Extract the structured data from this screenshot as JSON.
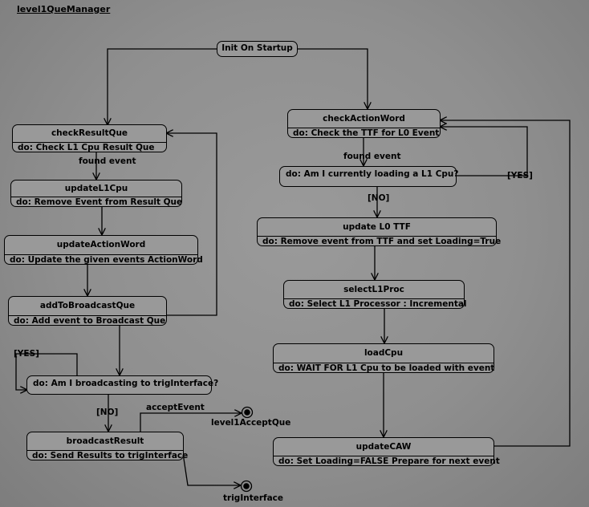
{
  "diagram_title": "level1QueManager",
  "init": "Init On Startup",
  "left": {
    "check_result_que": {
      "name": "checkResultQue",
      "action": "do: Check L1 Cpu Result Que"
    },
    "found_event": "found event",
    "update_l1_cpu": {
      "name": "updateL1Cpu",
      "action": "do: Remove Event from Result Que"
    },
    "update_action_word": {
      "name": "updateActionWord",
      "action": "do: Update the given events ActionWord"
    },
    "add_to_broadcast_que": {
      "name": "addToBroadcastQue",
      "action": "do: Add event to Broadcast Que"
    },
    "yes_label": "[YES]",
    "broadcasting_decision": "do: Am I broadcasting to trigInterface?",
    "no_label": "[NO]",
    "accept_event": "acceptEvent",
    "level1_accept_que": "level1AcceptQue",
    "broadcast_result": {
      "name": "broadcastResult",
      "action": "do: Send Results to trigInterface"
    },
    "trig_interface": "trigInterface"
  },
  "right": {
    "check_action_word": {
      "name": "checkActionWord",
      "action": "do: Check the TTF for L0 Event"
    },
    "found_event": "found event",
    "loading_decision": "do: Am I currently loading a L1 Cpu?",
    "yes_label": "[YES]",
    "no_label": "[NO]",
    "update_l0_ttf": {
      "name": "update L0 TTF",
      "action": "do: Remove event from TTF and set Loading=True"
    },
    "select_l1_proc": {
      "name": "selectL1Proc",
      "action": "do: Select L1 Processor : Incremental"
    },
    "load_cpu": {
      "name": "loadCpu",
      "action": "do: WAIT FOR L1 Cpu to be loaded with event"
    },
    "update_caw": {
      "name": "updateCAW",
      "action": "do: Set Loading=FALSE Prepare for next event"
    }
  }
}
